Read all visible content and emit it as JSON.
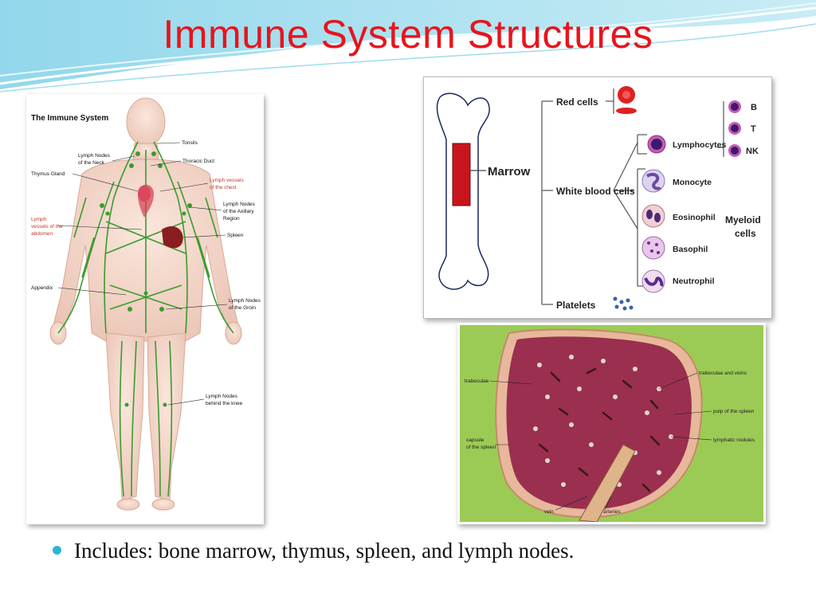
{
  "slide": {
    "title": "Immune System Structures",
    "bullets": [
      "Includes: bone marrow, thymus, spleen, and lymph nodes."
    ]
  },
  "body_figure": {
    "heading": "The Immune System",
    "labels": {
      "tonsils": "Tonsils",
      "lymph_nodes_neck_1": "Lymph Nodes",
      "lymph_nodes_neck_2": "of the Neck",
      "thoracic_duct": "Thoracic Duct",
      "thymus": "Thymus Gland",
      "vessels_chest_1": "Lymph vessels",
      "vessels_chest_2": "of the chest",
      "vessels_abdomen_1": "Lymph",
      "vessels_abdomen_2": "vessels of the",
      "vessels_abdomen_3": "abdomen",
      "axillary_1": "Lymph Nodes",
      "axillary_2": "of the Axillary",
      "axillary_3": "Region",
      "spleen": "Spleen",
      "appendix": "Appendix",
      "groin_1": "Lymph Nodes",
      "groin_2": "of the Groin",
      "knee_1": "Lymph Nodes",
      "knee_2": "behind the knee"
    }
  },
  "marrow_figure": {
    "marrow": "Marrow",
    "red_cells": "Red cells",
    "white_blood_cells": "White blood cells",
    "platelets": "Platelets",
    "lymphocytes": "Lymphocytes",
    "b": "B",
    "t": "T",
    "nk": "NK",
    "monocyte": "Monocyte",
    "eosinophil": "Eosinophil",
    "basophil": "Basophil",
    "neutrophil": "Neutrophil",
    "myeloid_1": "Myeloid",
    "myeloid_2": "cells"
  },
  "spleen_figure": {
    "trabeculae": "trabeculae",
    "trabeculae_veins": "trabeculae and veins",
    "pulp": "pulp of the spleen",
    "lymphatic_nodules": "lymphatic nodules",
    "capsule_1": "capsule",
    "capsule_2": "of the spleen",
    "vein": "vein",
    "arteries": "arteries"
  },
  "colors": {
    "title": "#e8141c",
    "bullet": "#29b6d6",
    "lymph": "#3a9b2e",
    "marrow": "#c8151c",
    "spleen_bg": "#9ccb55"
  }
}
